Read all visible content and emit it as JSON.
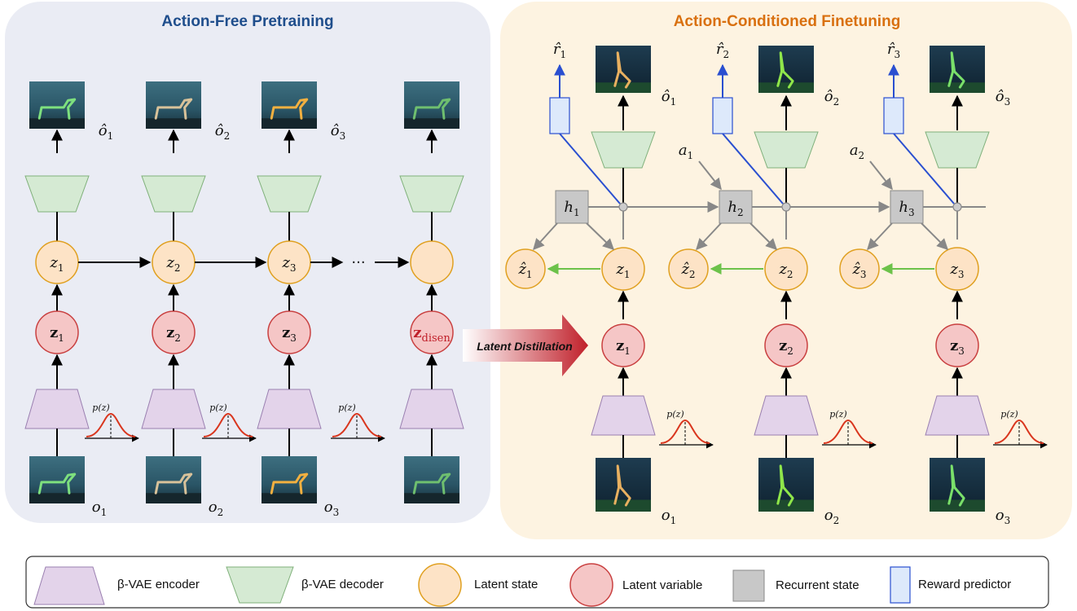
{
  "panels": {
    "left_title": "Action-Free Pretraining",
    "right_title": "Action-Conditioned Finetuning",
    "arrow_label": "Latent Distillation"
  },
  "colors": {
    "left_bg": "#eaecf4",
    "right_bg": "#fdf3e1",
    "left_title": "#1f4e8c",
    "right_title": "#d9700f",
    "latent_state_fill": "#fde3c6",
    "latent_state_stroke": "#e0a020",
    "latent_var_fill": "#f5c6c6",
    "latent_var_stroke": "#c94040",
    "encoder_fill": "#e3d3ea",
    "decoder_fill": "#d5ead3",
    "recurrent_fill": "#c8c8c8",
    "reward_fill": "#dde9fb",
    "reward_stroke": "#2a4fd0",
    "prior_curve": "#d9361e",
    "pred_arrow": "#6cc24a"
  },
  "left": {
    "z": [
      "z",
      "z",
      "z"
    ],
    "z_subs": [
      "1",
      "2",
      "3"
    ],
    "zbold_subs": [
      "1",
      "2",
      "3"
    ],
    "zdisen_sub": "disen",
    "ohat_subs": [
      "1",
      "2",
      "3"
    ],
    "o_subs": [
      "1",
      "2",
      "3"
    ],
    "ellipsis": "···",
    "prior_label": "p(z)"
  },
  "right": {
    "h_subs": [
      "1",
      "2",
      "3"
    ],
    "a_subs": [
      "1",
      "2"
    ],
    "r_subs": [
      "1",
      "2",
      "3"
    ],
    "zhat_subs": [
      "1",
      "2",
      "3"
    ],
    "z_subs": [
      "1",
      "2",
      "3"
    ],
    "zbold_subs": [
      "1",
      "2",
      "3"
    ],
    "ohat_subs": [
      "1",
      "2",
      "3"
    ],
    "o_subs": [
      "1",
      "2",
      "3"
    ],
    "prior_label": "p(z)"
  },
  "legend": [
    {
      "shape": "encoder",
      "label": "β-VAE encoder"
    },
    {
      "shape": "decoder",
      "label": "β-VAE decoder"
    },
    {
      "shape": "latent_state",
      "label": "Latent state"
    },
    {
      "shape": "latent_variable",
      "label": "Latent variable"
    },
    {
      "shape": "recurrent_state",
      "label": "Recurrent state"
    },
    {
      "shape": "reward_predictor",
      "label": "Reward predictor"
    }
  ]
}
